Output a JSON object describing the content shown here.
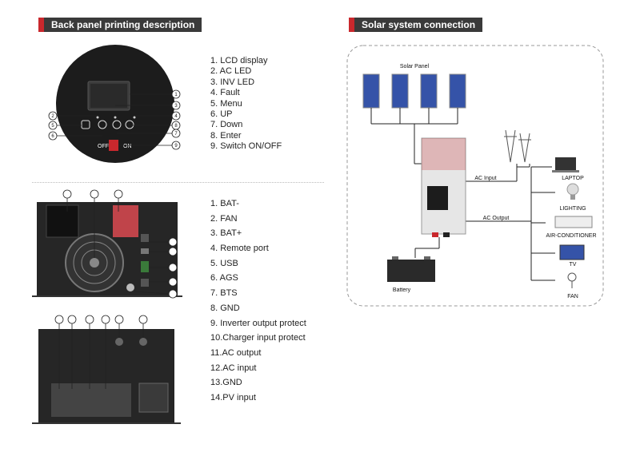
{
  "headers": {
    "back_panel": "Back panel printing description",
    "solar_system": "Solar system connection"
  },
  "front_panel": {
    "items": [
      "1. LCD display",
      "2. AC LED",
      "3. INV LED",
      "4. Fault",
      "5. Menu",
      "6. UP",
      "7. Down",
      "8. Enter",
      "9. Switch ON/OFF"
    ],
    "callouts": [
      "1",
      "2",
      "3",
      "4",
      "5",
      "6",
      "7",
      "8",
      "9"
    ],
    "switch_off": "OFF",
    "switch_on": "ON"
  },
  "back_panel": {
    "items": [
      "1. BAT-",
      "2. FAN",
      "3. BAT+",
      "4. Remote port",
      "5. USB",
      "6. AGS",
      "7. BTS",
      "8. GND",
      "9. Inverter output protect",
      "10.Charger input protect",
      "11.AC output",
      "12.AC input",
      "13.GND",
      "14.PV input"
    ]
  },
  "solar_diagram": {
    "solar_panel": "Solar Panel",
    "ac_input": "AC Input",
    "ac_output": "AC Output",
    "battery": "Battery",
    "loads": [
      "LAPTOP",
      "LIGHTING",
      "AIR-CONDITIONER",
      "TV",
      "FAN"
    ]
  },
  "colors": {
    "accent": "#c9282d",
    "header_bg": "#3a3a3a",
    "panel_blue": "#3553a8",
    "device_dark": "#222222"
  }
}
